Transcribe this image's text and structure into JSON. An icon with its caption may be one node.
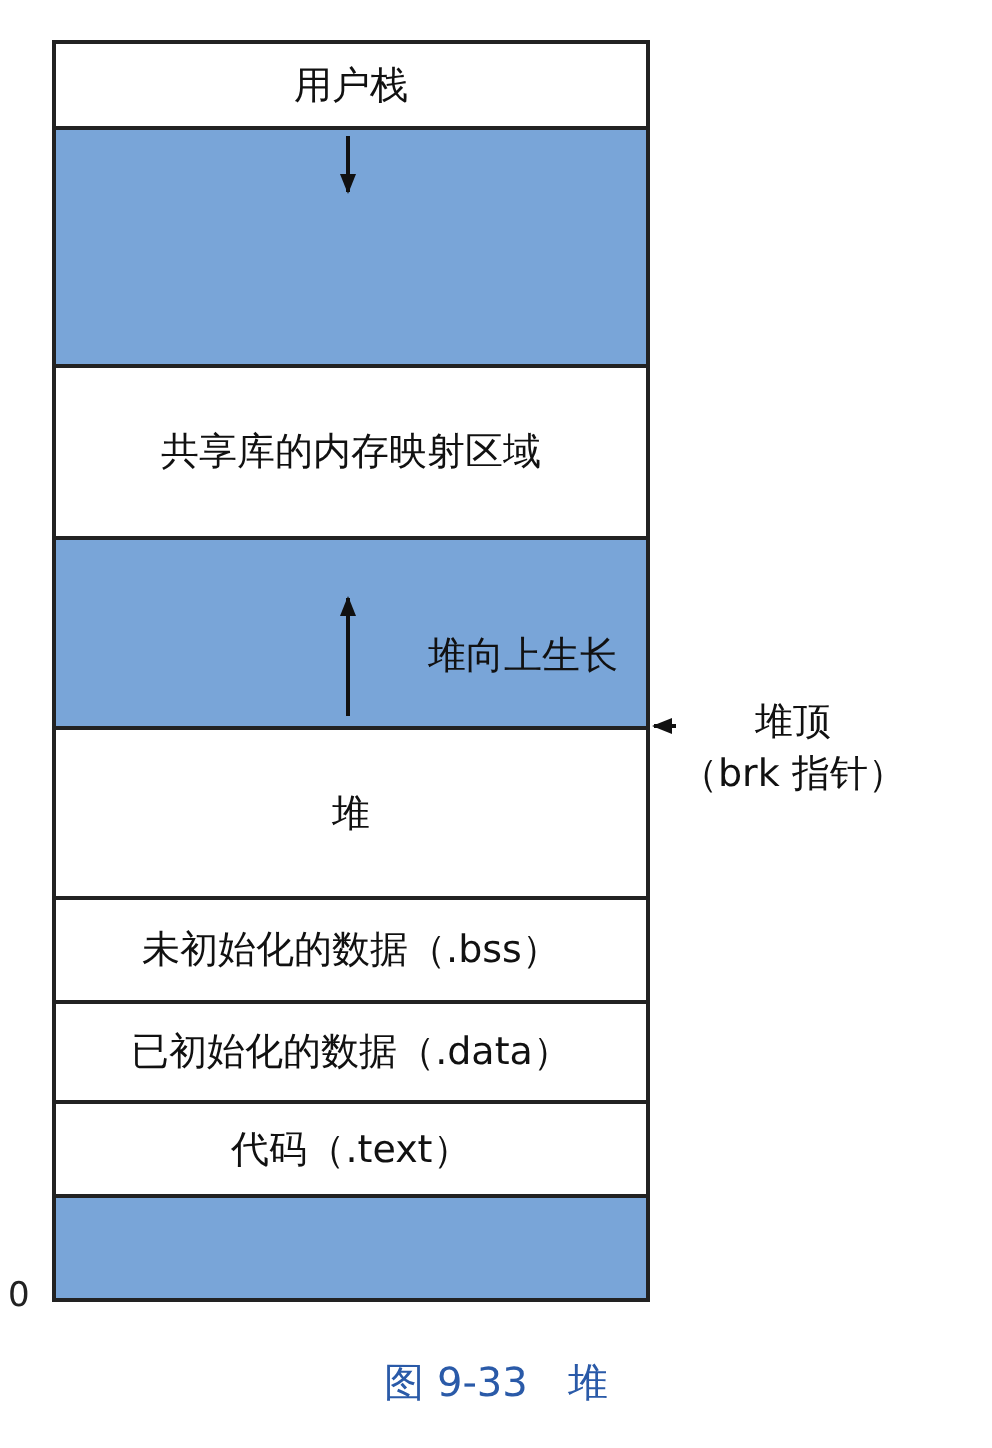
{
  "diagram": {
    "caption": "图 9-33　堆",
    "nodes": [
      {
        "text": [
          "用户栈"
        ]
      },
      {
        "text": [],
        "shape": "bar"
      },
      {
        "text": [
          "共享库的内存映射区域"
        ]
      },
      {
        "text": [
          "堆向上生长"
        ]
      },
      {
        "text": [
          "堆"
        ]
      },
      {
        "text": [
          "未初始化的数据（.bss）"
        ]
      },
      {
        "text": [
          "已初始化的数据（.data）"
        ]
      },
      {
        "text": [
          "代码（.text）"
        ]
      },
      {
        "text": [],
        "shape": "bar"
      },
      {
        "text": [
          "堆顶",
          "（brk 指针）"
        ]
      }
    ],
    "edges": [
      {
        "from": 9,
        "to": 4,
        "arrow": "to"
      }
    ],
    "labels": [
      "0"
    ]
  }
}
